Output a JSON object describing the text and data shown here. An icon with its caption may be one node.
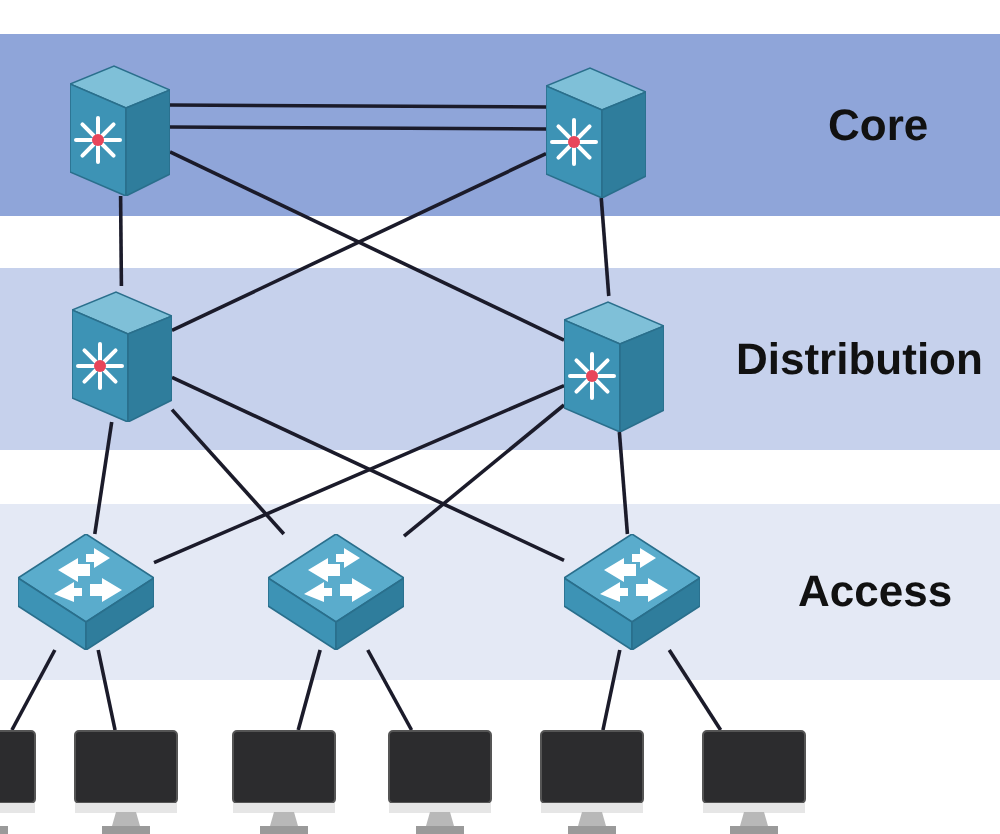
{
  "diagram": {
    "nodes": [
      {
        "text": [
          "Core"
        ]
      },
      {
        "text": [],
        "shape": "picture",
        "in": 0
      },
      {
        "text": [],
        "shape": "picture",
        "in": 0
      },
      {
        "text": [
          "Distribution"
        ]
      },
      {
        "text": [],
        "shape": "picture",
        "in": 3
      },
      {
        "text": [],
        "shape": "picture",
        "in": 3
      },
      {
        "text": [
          "Access"
        ]
      },
      {
        "text": [],
        "shape": "picture",
        "in": 6
      },
      {
        "text": [],
        "shape": "picture",
        "in": 6
      },
      {
        "text": [],
        "shape": "picture",
        "in": 6
      },
      {
        "text": [],
        "shape": "monitor"
      },
      {
        "text": [],
        "shape": "monitor"
      },
      {
        "text": [],
        "shape": "monitor"
      },
      {
        "text": [],
        "shape": "monitor"
      },
      {
        "text": [],
        "shape": "monitor"
      },
      {
        "text": [],
        "shape": "monitor"
      }
    ],
    "edges": [
      {
        "from": 1,
        "to": 2,
        "arrow": "none"
      },
      {
        "from": 1,
        "to": 2,
        "arrow": "none"
      },
      {
        "from": 1,
        "to": 4,
        "arrow": "none"
      },
      {
        "from": 1,
        "to": 5,
        "arrow": "none"
      },
      {
        "from": 2,
        "to": 4,
        "arrow": "none"
      },
      {
        "from": 2,
        "to": 5,
        "arrow": "none"
      },
      {
        "from": 4,
        "to": 7,
        "arrow": "none"
      },
      {
        "from": 4,
        "to": 8,
        "arrow": "none"
      },
      {
        "from": 4,
        "to": 9,
        "arrow": "none"
      },
      {
        "from": 5,
        "to": 7,
        "arrow": "none"
      },
      {
        "from": 5,
        "to": 8,
        "arrow": "none"
      },
      {
        "from": 5,
        "to": 9,
        "arrow": "none"
      },
      {
        "from": 7,
        "to": 10,
        "arrow": "none"
      },
      {
        "from": 7,
        "to": 11,
        "arrow": "none"
      },
      {
        "from": 8,
        "to": 12,
        "arrow": "none"
      },
      {
        "from": 8,
        "to": 13,
        "arrow": "none"
      },
      {
        "from": 9,
        "to": 14,
        "arrow": "none"
      },
      {
        "from": 9,
        "to": 15,
        "arrow": "none"
      }
    ]
  }
}
